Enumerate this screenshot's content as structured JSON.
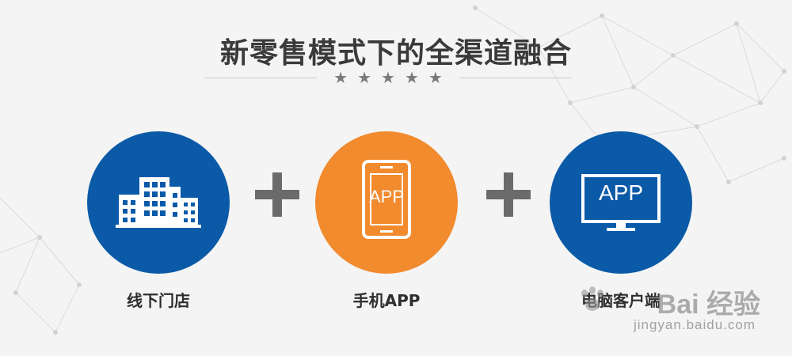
{
  "title": "新零售模式下的全渠道融合",
  "stars": "★★★★★",
  "channels": [
    {
      "label": "线下门店",
      "icon": "buildings-icon",
      "color": "#0a5aa8"
    },
    {
      "label": "手机APP",
      "icon": "phone-app-icon",
      "color": "#f28a2e",
      "icon_text": "APP"
    },
    {
      "label": "电脑客户端",
      "icon": "monitor-app-icon",
      "color": "#0a5aa8",
      "icon_text": "APP"
    }
  ],
  "watermark": {
    "logo": "Bai 经验",
    "url": "jingyan.baidu.com"
  },
  "colors": {
    "blue": "#0a5aa8",
    "orange": "#f28a2e",
    "plus": "#6b6b6b",
    "title": "#3a3a3a"
  }
}
